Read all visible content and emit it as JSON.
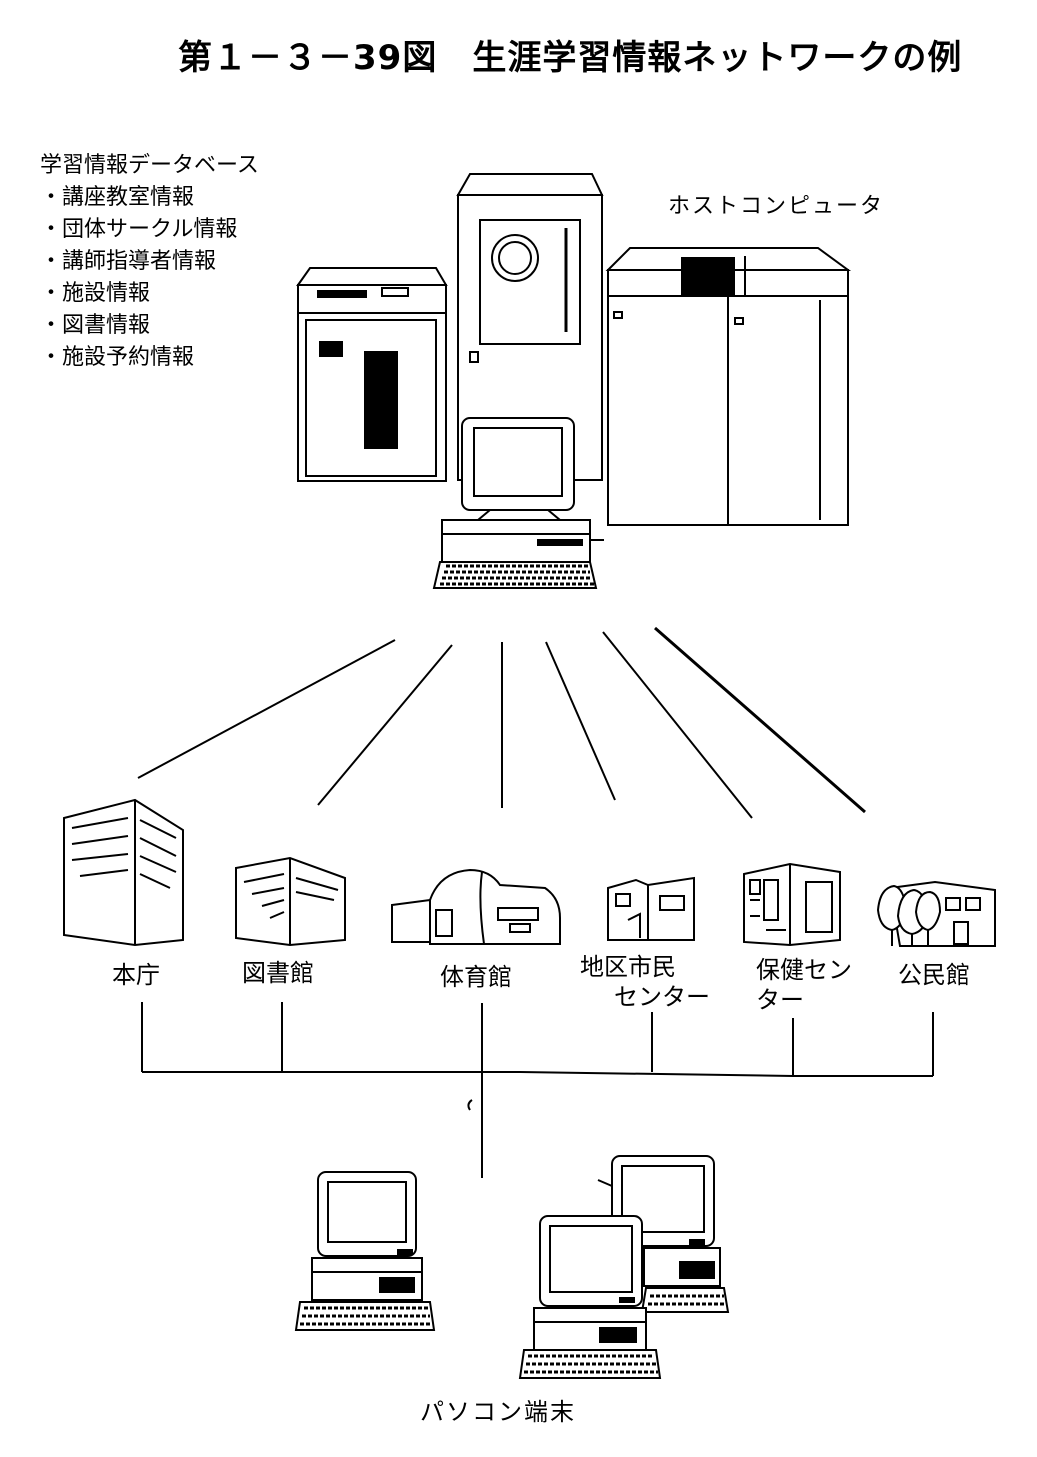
{
  "title": "第１－３－39図　生涯学習情報ネットワークの例",
  "database": {
    "heading": "学習情報データベース",
    "items": [
      "・講座教室情報",
      "・団体サークル情報",
      "・講師指導者情報",
      "・施設情報",
      "・図書情報",
      "・施設予約情報"
    ]
  },
  "host_label": "ホストコンピュータ",
  "buildings": {
    "honcho": "本庁",
    "toshokan": "図書館",
    "taiikukan": "体育館",
    "chiku_line1": "地区市民",
    "chiku_line2": "センター",
    "hoken_line1": "保健セン",
    "hoken_line2": "ター",
    "kominkan": "公民館"
  },
  "pc_label": "パソコン端末"
}
